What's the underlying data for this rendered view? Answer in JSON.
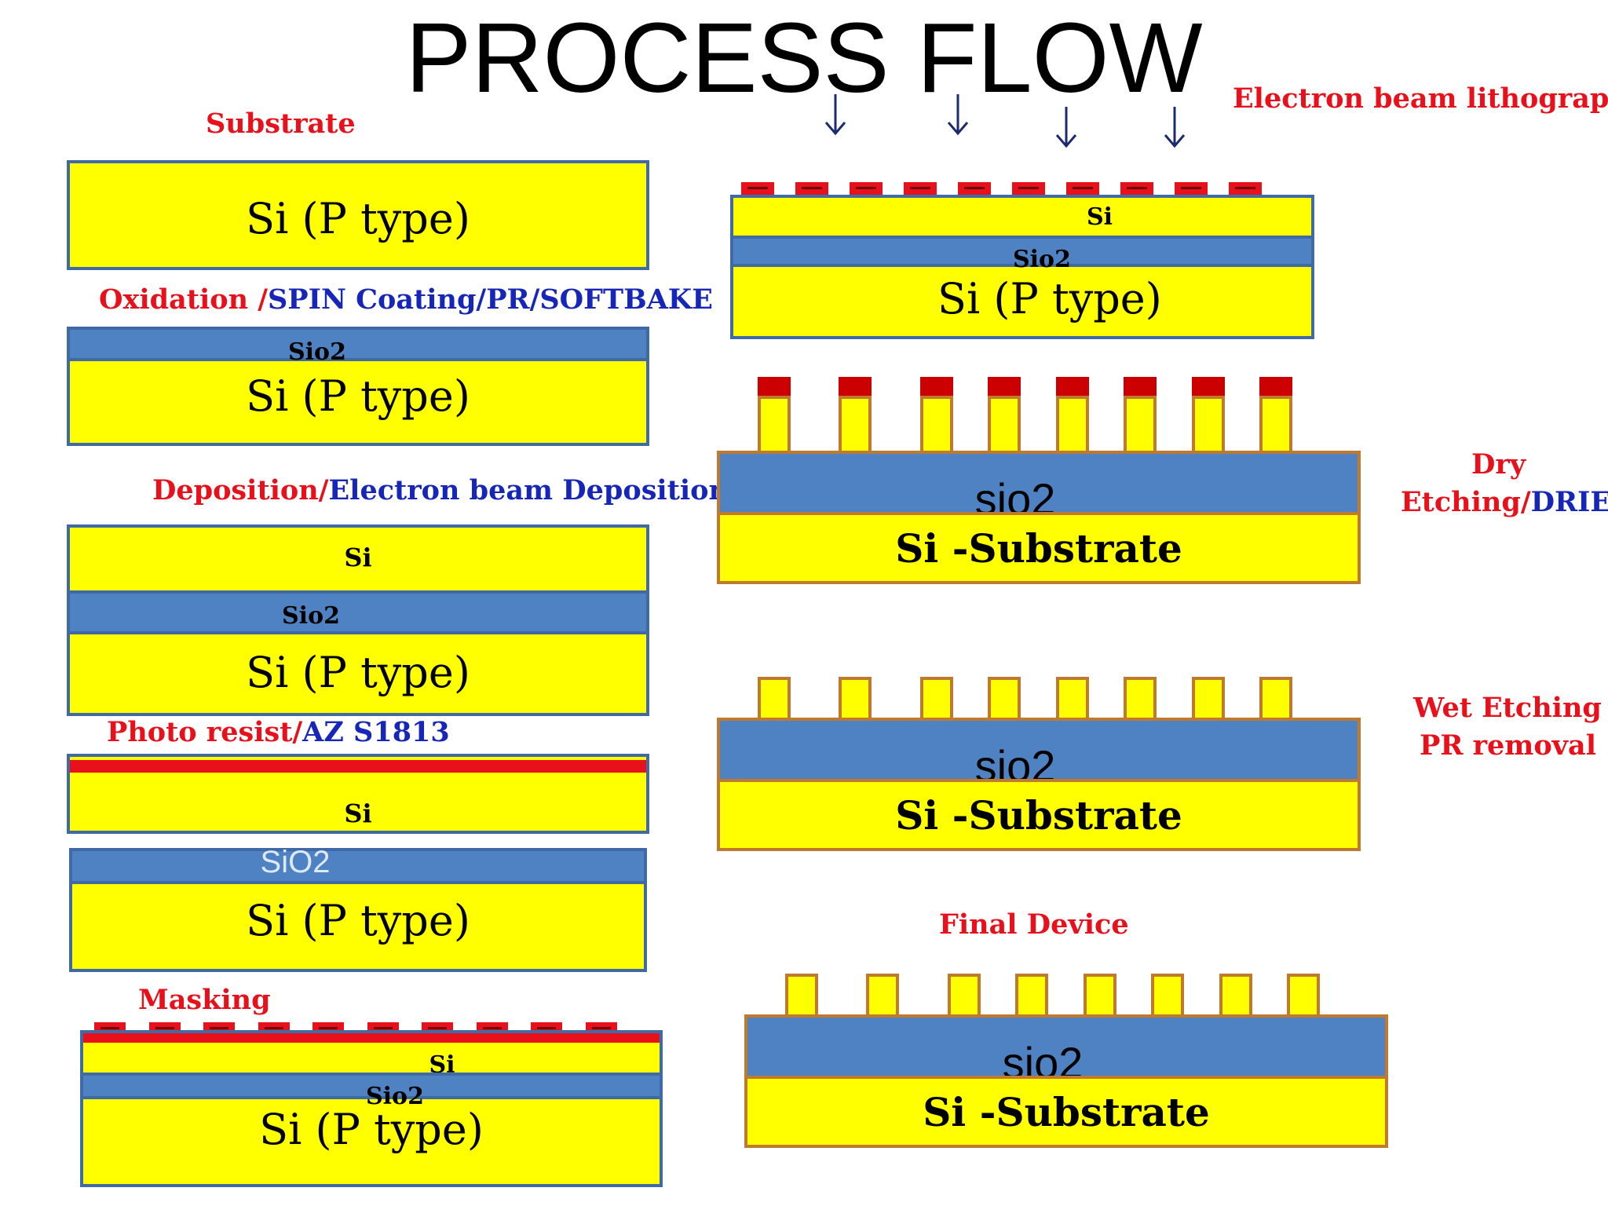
{
  "title": "PROCESS FLOW",
  "labels": {
    "substrate": "Substrate",
    "oxidation": "Oxidation /",
    "spin": "SPIN Coating/PR/SOFTBAKE",
    "deposition": "Deposition/",
    "ebeam_dep": "Electron beam Deposition",
    "photoresist": "Photo resist/",
    "az": "AZ S1813",
    "masking": "Masking",
    "ebl": "Electron beam lithography",
    "dry1": "Dry",
    "dry2": "Etching/",
    "drie": "DRIE",
    "wet1": "Wet Etching",
    "wet2": "PR removal",
    "final": "Final Device"
  },
  "layers": {
    "si_p": "Si (P type)",
    "sio2": "Sio2",
    "si": "Si",
    "sio2_caps": "SiO2",
    "sio2_lower": "sio2",
    "si_substrate": "Si -Substrate"
  },
  "colors": {
    "silicon": "#ffff00",
    "oxide": "#4f82c2",
    "resist": "#e8101a",
    "label_red": "#e8101a",
    "label_blue": "#1626b8"
  },
  "icons": [
    "arrow-down-icon"
  ]
}
